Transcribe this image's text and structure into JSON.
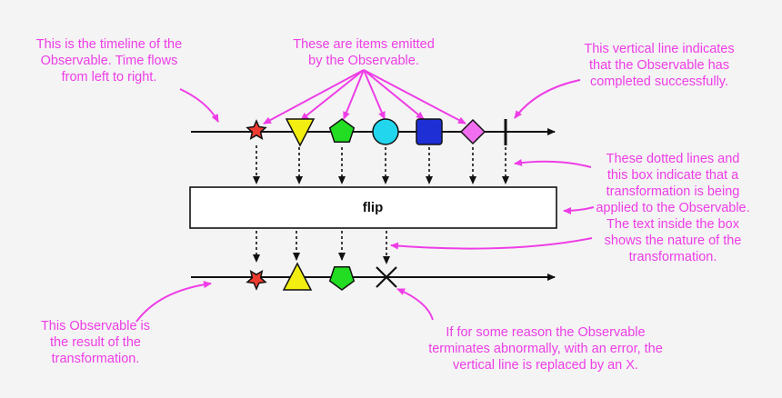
{
  "operator": {
    "label": "flip"
  },
  "annotations": {
    "timeline": "This is the timeline of the\nObservable. Time flows\nfrom left to right.",
    "items": "These are items emitted\nby the Observable.",
    "completed": "This vertical line indicates\nthat the Observable has\ncompleted successfully.",
    "transformation": "These dotted lines and\nthis box indicate that a\ntransformation is being\napplied to the Observable.\nThe text inside the box\nshows the nature of the\ntransformation.",
    "result": "This Observable is\nthe result of the\ntransformation.",
    "error": "If for some reason the Observable\nterminates abnormally, with an error, the\nvertical line is replaced by an X."
  },
  "colors": {
    "annotation": "#ee3de6",
    "star": "#ee3b2f",
    "triangle": "#f3ee12",
    "pentagon": "#22dd22",
    "circle": "#22d6ee",
    "square": "#1f2fd6",
    "diamond": "#f16ef0"
  },
  "source_items": [
    "star",
    "triangle-down",
    "pentagon",
    "circle",
    "square",
    "diamond"
  ],
  "result_items": [
    "star-flipped",
    "triangle-up",
    "pentagon-flipped"
  ],
  "source_end": "completed",
  "result_end": "error"
}
